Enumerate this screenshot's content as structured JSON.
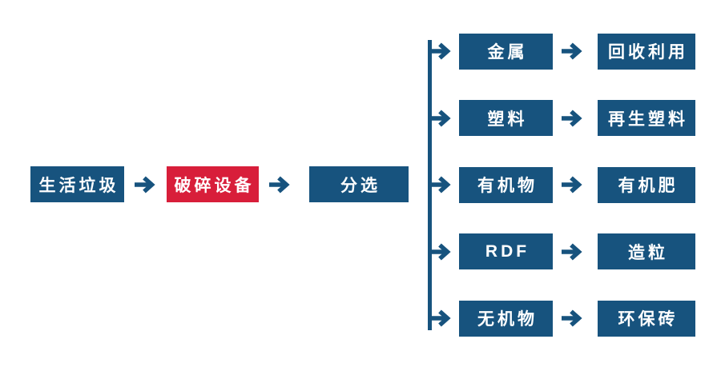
{
  "colors": {
    "primary_blue": "#17537E",
    "accent_red": "#D81E3A",
    "box_text": "#FFFFFF",
    "canvas_bg": "#FFFFFF"
  },
  "main_flow": {
    "input": {
      "label": "生活垃圾"
    },
    "process": {
      "label": "破碎设备"
    },
    "sorting": {
      "label": "分选"
    }
  },
  "branches": [
    {
      "source": "金属",
      "target": "回收利用"
    },
    {
      "source": "塑料",
      "target": "再生塑料"
    },
    {
      "source": "有机物",
      "target": "有机肥"
    },
    {
      "source": "RDF",
      "target": "造粒"
    },
    {
      "source": "无机物",
      "target": "环保砖"
    }
  ]
}
